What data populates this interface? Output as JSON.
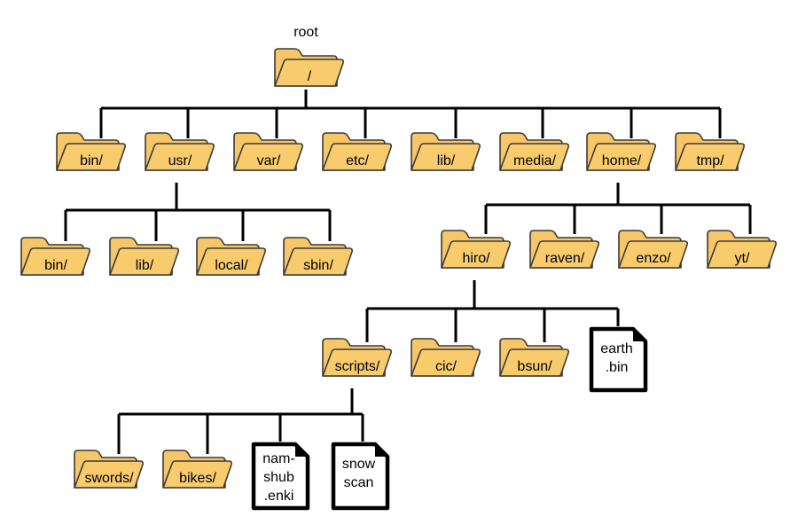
{
  "root_caption": "root",
  "nodes": {
    "root": {
      "label": "/",
      "kind": "folder"
    },
    "bin": {
      "label": "bin/",
      "kind": "folder"
    },
    "usr": {
      "label": "usr/",
      "kind": "folder"
    },
    "var": {
      "label": "var/",
      "kind": "folder"
    },
    "etc": {
      "label": "etc/",
      "kind": "folder"
    },
    "lib": {
      "label": "lib/",
      "kind": "folder"
    },
    "media": {
      "label": "media/",
      "kind": "folder"
    },
    "home": {
      "label": "home/",
      "kind": "folder"
    },
    "tmp": {
      "label": "tmp/",
      "kind": "folder"
    },
    "usr_bin": {
      "label": "bin/",
      "kind": "folder"
    },
    "usr_lib": {
      "label": "lib/",
      "kind": "folder"
    },
    "usr_local": {
      "label": "local/",
      "kind": "folder"
    },
    "usr_sbin": {
      "label": "sbin/",
      "kind": "folder"
    },
    "hiro": {
      "label": "hiro/",
      "kind": "folder"
    },
    "raven": {
      "label": "raven/",
      "kind": "folder"
    },
    "enzo": {
      "label": "enzo/",
      "kind": "folder"
    },
    "yt": {
      "label": "yt/",
      "kind": "folder"
    },
    "scripts": {
      "label": "scripts/",
      "kind": "folder"
    },
    "cic": {
      "label": "cic/",
      "kind": "folder"
    },
    "bsun": {
      "label": "bsun/",
      "kind": "folder"
    },
    "earth_bin": {
      "label_lines": [
        "earth",
        ".bin"
      ],
      "kind": "file"
    },
    "swords": {
      "label": "swords/",
      "kind": "folder"
    },
    "bikes": {
      "label": "bikes/",
      "kind": "folder"
    },
    "nam_shub_enki": {
      "label_lines": [
        "nam-",
        "shub",
        ".enki"
      ],
      "kind": "file"
    },
    "snow_scan": {
      "label_lines": [
        "snow",
        "scan"
      ],
      "kind": "file"
    }
  },
  "edges": [
    [
      "root",
      "bin"
    ],
    [
      "root",
      "usr"
    ],
    [
      "root",
      "var"
    ],
    [
      "root",
      "etc"
    ],
    [
      "root",
      "lib"
    ],
    [
      "root",
      "media"
    ],
    [
      "root",
      "home"
    ],
    [
      "root",
      "tmp"
    ],
    [
      "usr",
      "usr_bin"
    ],
    [
      "usr",
      "usr_lib"
    ],
    [
      "usr",
      "usr_local"
    ],
    [
      "usr",
      "usr_sbin"
    ],
    [
      "home",
      "hiro"
    ],
    [
      "home",
      "raven"
    ],
    [
      "home",
      "enzo"
    ],
    [
      "home",
      "yt"
    ],
    [
      "hiro",
      "scripts"
    ],
    [
      "hiro",
      "cic"
    ],
    [
      "hiro",
      "bsun"
    ],
    [
      "hiro",
      "earth_bin"
    ],
    [
      "scripts",
      "swords"
    ],
    [
      "scripts",
      "bikes"
    ],
    [
      "scripts",
      "nam_shub_enki"
    ],
    [
      "scripts",
      "snow_scan"
    ]
  ],
  "colors": {
    "folder_fill": "#F8CB6C",
    "folder_back": "#F6C668",
    "folder_outline": "#3a3a3a",
    "connector": "#000000",
    "file_outline": "#000000"
  },
  "icons": {
    "folder": "open-folder-icon",
    "file": "document-icon"
  }
}
